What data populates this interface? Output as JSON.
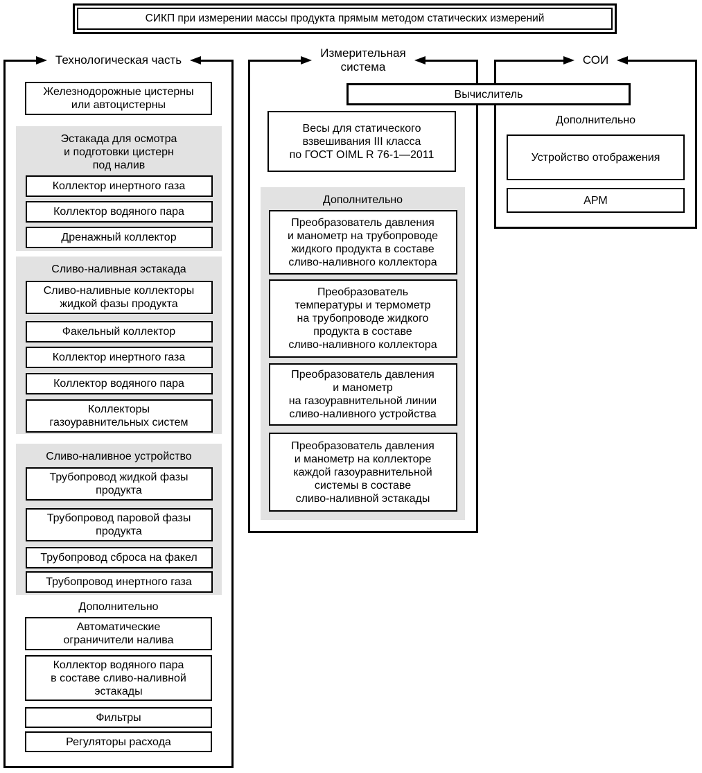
{
  "title": "СИКП при измерении массы продукта прямым методом статических измерений",
  "colors": {
    "background": "#ffffff",
    "line": "#000000",
    "panel_gray": "#e2e2e2"
  },
  "tech": {
    "header": "Технологическая часть",
    "tanks": "Железнодорожные цистерны\nили автоцистерны",
    "group_inspection": {
      "title": "Эстакада для осмотра\nи подготовки цистерн\nпод налив",
      "items": [
        "Коллектор инертного газа",
        "Коллектор водяного пара",
        "Дренажный коллектор"
      ]
    },
    "group_rack": {
      "title": "Сливо-наливная эстакада",
      "items": [
        "Сливо-наливные коллекторы\nжидкой фазы продукта",
        "Факельный коллектор",
        "Коллектор инертного газа",
        "Коллектор водяного пара",
        "Коллекторы\nгазоуравнительных систем"
      ]
    },
    "group_device": {
      "title": "Сливо-наливное устройство",
      "items": [
        "Трубопровод жидкой фазы\nпродукта",
        "Трубопровод паровой фазы\nпродукта",
        "Трубопровод сброса на факел",
        "Трубопровод инертного газа"
      ]
    },
    "extra": {
      "title": "Дополнительно",
      "items": [
        "Автоматические\nограничители налива",
        "Коллектор водяного пара\nв составе сливо-наливной\nэстакады",
        "Фильтры",
        "Регуляторы расхода"
      ]
    }
  },
  "measure": {
    "header": "Измерительная\nсистема",
    "scales": "Весы для статического\nвзвешивания III класса\nпо ГОСТ OIML R 76-1—2011",
    "extra": {
      "title": "Дополнительно",
      "items": [
        "Преобразователь давления\nи манометр на трубопроводе\nжидкого продукта в составе\nсливо-наливного коллектора",
        "Преобразователь\nтемпературы и термометр\nна трубопроводе жидкого\nпродукта в составе\nсливо-наливного коллектора",
        "Преобразователь давления\nи манометр\nна газоуравнительной линии\nсливо-наливного устройства",
        "Преобразователь давления\nи манометр на коллекторе\nкаждой газоуравнительной\nсистемы в составе\nсливо-наливной эстакады"
      ]
    }
  },
  "soi": {
    "header": "СОИ",
    "computer": "Вычислитель",
    "extra_title": "Дополнительно",
    "items": [
      "Устройство отображения",
      "АРМ"
    ]
  }
}
